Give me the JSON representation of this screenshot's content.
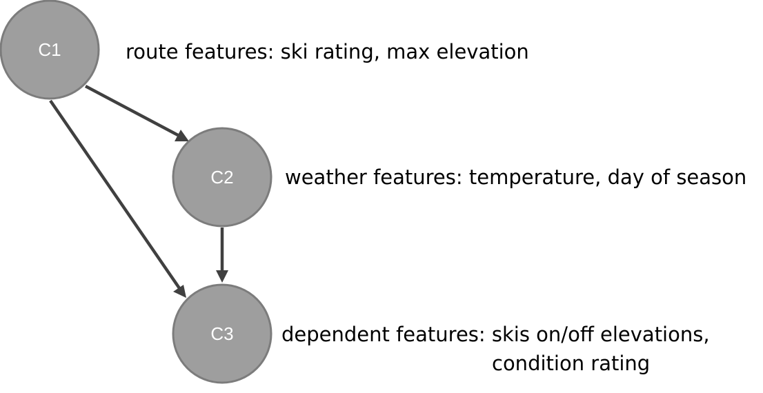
{
  "nodes": {
    "c1": {
      "label": "C1",
      "description": "route features: ski rating, max elevation"
    },
    "c2": {
      "label": "C2",
      "description": "weather features: temperature, day of season"
    },
    "c3": {
      "label": "C3",
      "description_line1": "dependent features: skis on/off elevations,",
      "description_line2": "condition rating"
    }
  },
  "edges": [
    {
      "from": "C1",
      "to": "C2"
    },
    {
      "from": "C1",
      "to": "C3"
    },
    {
      "from": "C2",
      "to": "C3"
    }
  ],
  "colors": {
    "node_fill": "#9e9e9e",
    "node_stroke": "#7c7c7c",
    "node_text": "#ffffff",
    "edge": "#404040",
    "text": "#000000"
  }
}
